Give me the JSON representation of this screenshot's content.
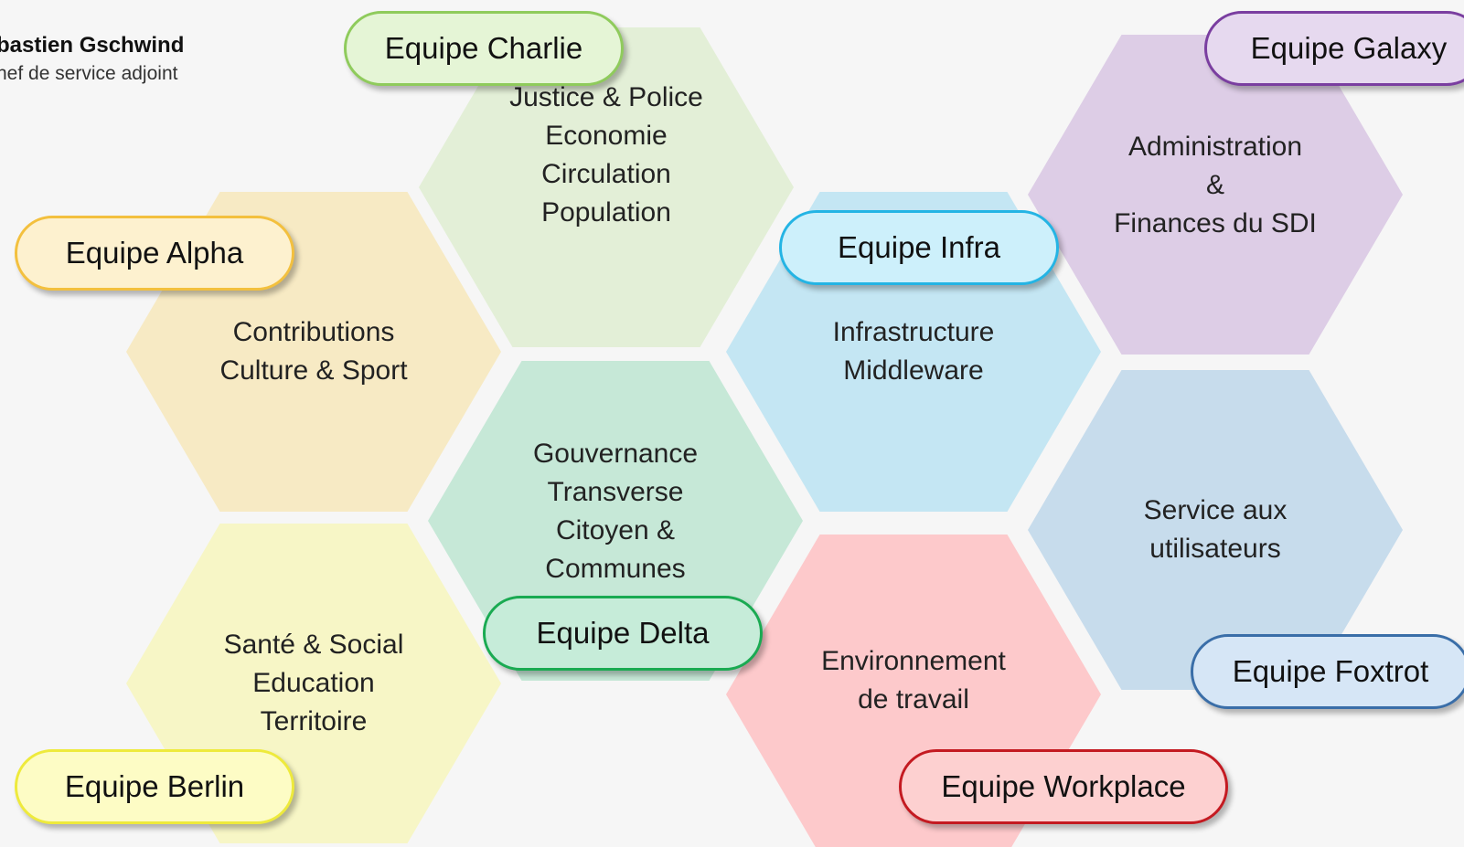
{
  "person": {
    "name": "bastien Gschwind",
    "role": "hef de service adjoint"
  },
  "hexagons": {
    "charlie": {
      "text": "Justice & Police\nEconomie\nCirculation\nPopulation",
      "color": "#e3efd7"
    },
    "alpha": {
      "text": "Contributions\nCulture & Sport",
      "color": "#f7eac4"
    },
    "berlin": {
      "text": "Santé & Social\nEducation\nTerritoire",
      "color": "#f7f6c6"
    },
    "delta": {
      "text": "Gouvernance\nTransverse\nCitoyen &\nCommunes",
      "color": "#c6e8d7"
    },
    "infra": {
      "text": "Infrastructure\nMiddleware",
      "color": "#c4e6f3"
    },
    "workplace": {
      "text": "Environnement\nde travail",
      "color": "#fdc9cb"
    },
    "galaxy": {
      "text": "Administration\n&\nFinances du SDI",
      "color": "#ddcde6"
    },
    "foxtrot": {
      "text": "Service aux\nutilisateurs",
      "color": "#c7dcec"
    }
  },
  "teams": {
    "charlie": {
      "label": "Equipe Charlie",
      "fill": "#e5f5d6",
      "border": "#8fcb5c"
    },
    "alpha": {
      "label": "Equipe Alpha",
      "fill": "#fdf1cf",
      "border": "#f3c03e"
    },
    "berlin": {
      "label": "Equipe Berlin",
      "fill": "#fdfcc5",
      "border": "#eeea3c"
    },
    "delta": {
      "label": "Equipe Delta",
      "fill": "#c6ecd9",
      "border": "#1aaa52"
    },
    "infra": {
      "label": "Equipe Infra",
      "fill": "#cdf0fb",
      "border": "#24b4e4"
    },
    "workplace": {
      "label": "Equipe Workplace",
      "fill": "#fdd0d0",
      "border": "#c41a21"
    },
    "galaxy": {
      "label": "Equipe Galaxy",
      "fill": "#e6d9ef",
      "border": "#7a3ea0"
    },
    "foxtrot": {
      "label": "Equipe Foxtrot",
      "fill": "#d6e6f6",
      "border": "#3a6ea8"
    }
  }
}
